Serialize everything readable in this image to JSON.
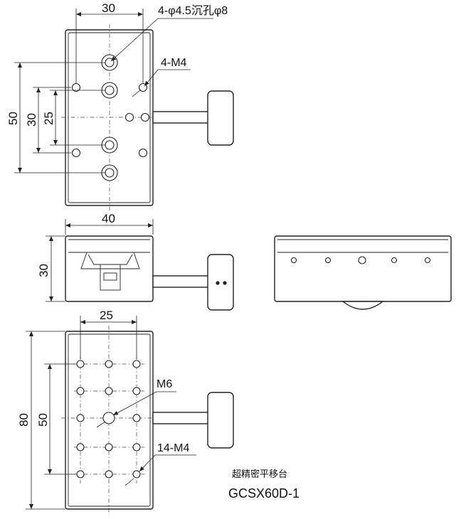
{
  "top_view": {
    "width_30": "30",
    "height_50": "50",
    "height_30": "30",
    "height_25": "25",
    "callout_counterbore": "4-φ4.5沉孔φ8",
    "callout_m4": "4-M4"
  },
  "side_view": {
    "width_40": "40",
    "height_30": "30"
  },
  "bottom_view": {
    "width_25": "25",
    "height_80": "80",
    "height_50": "50",
    "callout_m6": "M6",
    "callout_14m4": "14-M4"
  },
  "caption": {
    "name": "超精密平移台",
    "model": "GCSX60D-1"
  }
}
